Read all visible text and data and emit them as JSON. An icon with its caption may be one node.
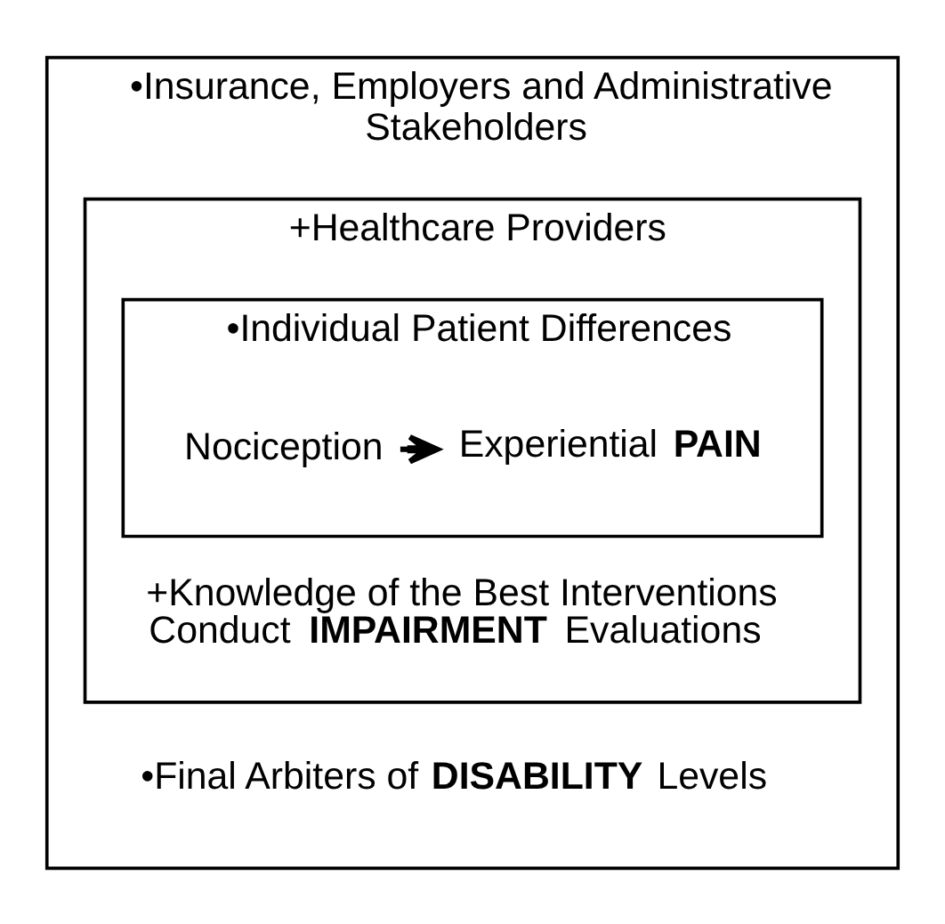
{
  "diagram": {
    "nodes": [
      {
        "text": [
          "•Insurance, Employers and Administrative Stakeholders",
          "•Final Arbiters of **DISABILITY** Levels"
        ]
      },
      {
        "text": [
          "+Healthcare Providers",
          "+Knowledge of the Best Interventions Conduct **IMPAIRMENT** Evaluations"
        ],
        "in": 0
      },
      {
        "text": [
          "•Individual Patient Differences"
        ],
        "in": 1
      },
      {
        "text": [
          "Nociception"
        ],
        "in": 2
      },
      {
        "text": [
          "Experiential **PAIN**"
        ],
        "in": 2
      }
    ],
    "edges": [
      {
        "from": 3,
        "to": 4,
        "arrow": "to"
      }
    ]
  }
}
